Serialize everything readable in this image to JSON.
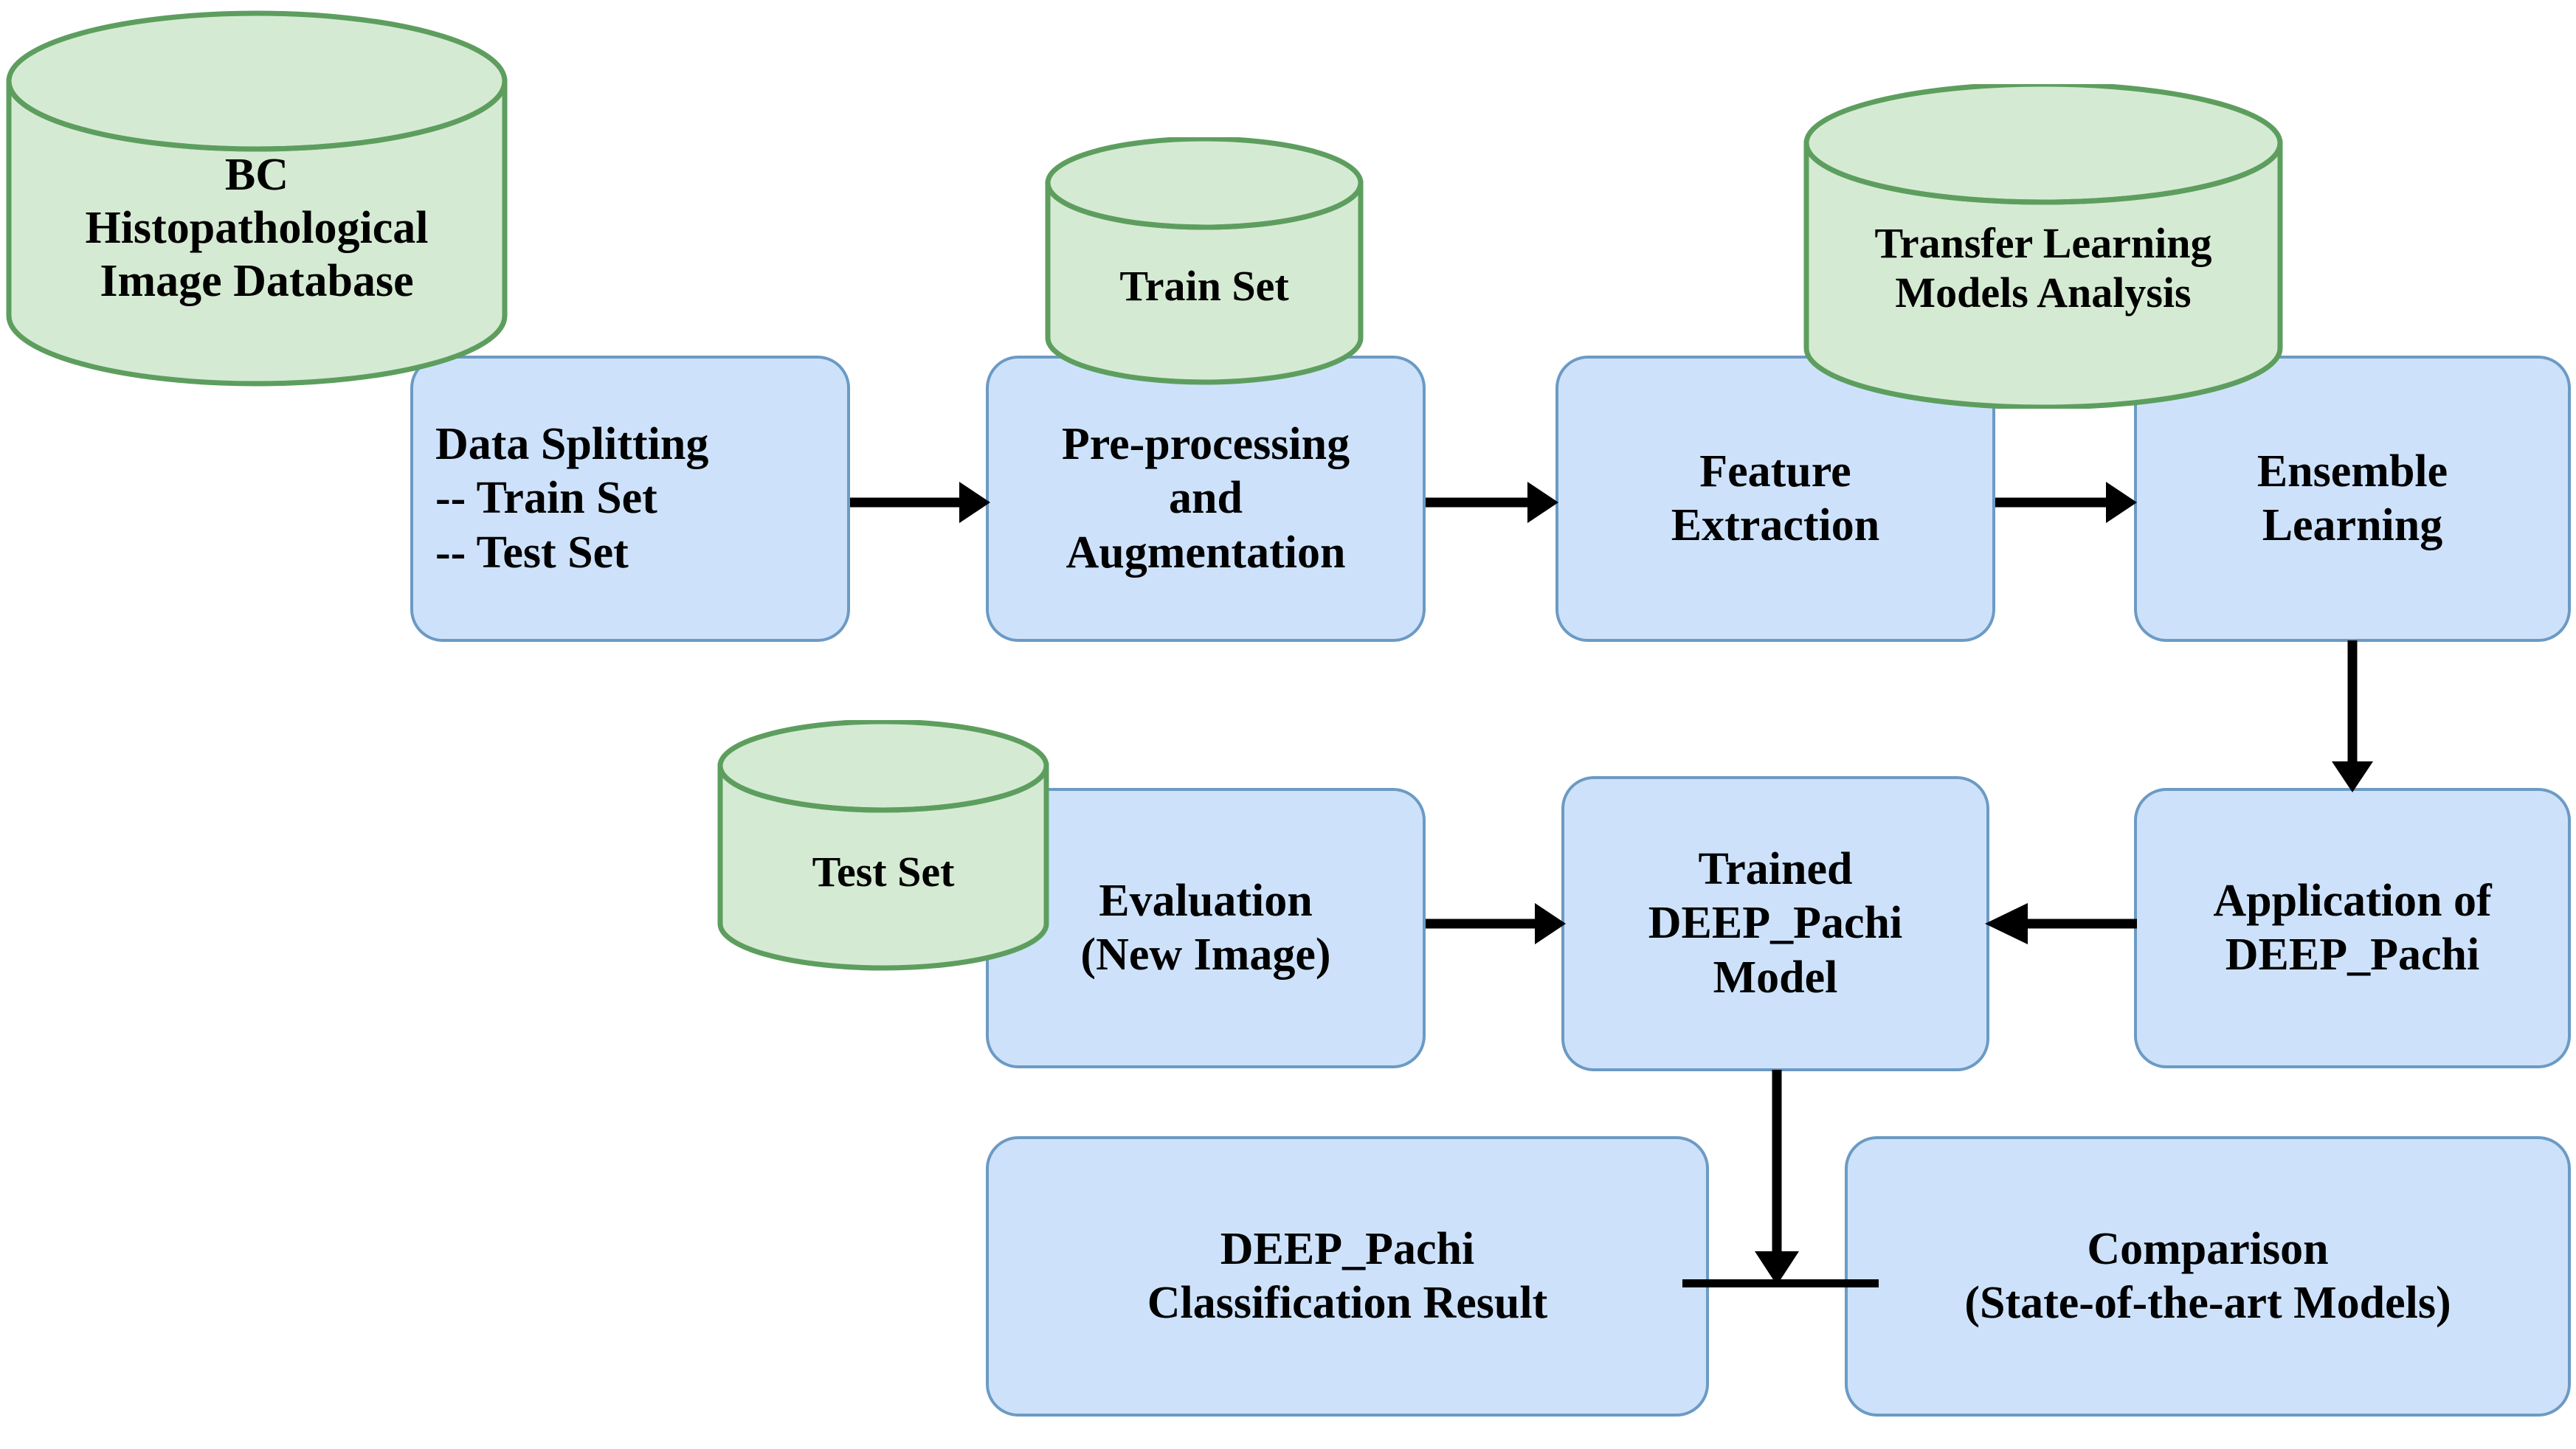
{
  "diagram": {
    "title": "DEEP_Pachi breast cancer classification workflow",
    "colors": {
      "datastore_fill": "#d5ead3",
      "datastore_stroke": "#5d9e5f",
      "process_fill": "#cde2fa",
      "process_stroke": "#6c9ac4",
      "arrow": "#000000",
      "background": "#ffffff"
    },
    "datastores": [
      {
        "id": "bc-database",
        "label": "BC\nHistopathological\nImage Database"
      },
      {
        "id": "train-set",
        "label": "Train Set"
      },
      {
        "id": "transfer-learning",
        "label": "Transfer Learning\nModels Analysis"
      },
      {
        "id": "test-set",
        "label": "Test Set"
      }
    ],
    "processes": [
      {
        "id": "data-splitting",
        "label": "Data Splitting\n-- Train Set\n-- Test Set"
      },
      {
        "id": "pre-processing",
        "label": "Pre-processing\nand\nAugmentation"
      },
      {
        "id": "feature-extraction",
        "label": "Feature\nExtraction"
      },
      {
        "id": "ensemble-learning",
        "label": "Ensemble\nLearning"
      },
      {
        "id": "evaluation",
        "label": "Evaluation\n(New Image)"
      },
      {
        "id": "trained-model",
        "label": "Trained\nDEEP_Pachi\nModel"
      },
      {
        "id": "application",
        "label": "Application of\nDEEP_Pachi"
      },
      {
        "id": "classification-result",
        "label": "DEEP_Pachi\nClassification Result"
      },
      {
        "id": "comparison",
        "label": "Comparison\n(State-of-the-art Models)"
      }
    ],
    "edges": [
      {
        "from": "data-splitting",
        "to": "pre-processing",
        "direction": "right"
      },
      {
        "from": "pre-processing",
        "to": "feature-extraction",
        "direction": "right"
      },
      {
        "from": "feature-extraction",
        "to": "ensemble-learning",
        "direction": "right"
      },
      {
        "from": "ensemble-learning",
        "to": "application",
        "direction": "down"
      },
      {
        "from": "evaluation",
        "to": "trained-model",
        "direction": "right"
      },
      {
        "from": "application",
        "to": "trained-model",
        "direction": "left"
      },
      {
        "from": "trained-model",
        "to": "classification-result",
        "direction": "down"
      },
      {
        "from": "trained-model",
        "to": "comparison",
        "direction": "down"
      }
    ],
    "labels": {
      "bc_database_line1": "BC",
      "bc_database_line2": "Histopathological",
      "bc_database_line3": "Image Database",
      "train_set": "Train Set",
      "transfer_line1": "Transfer Learning",
      "transfer_line2": "Models Analysis",
      "test_set": "Test Set",
      "data_splitting_line1": "Data Splitting",
      "data_splitting_line2": "-- Train Set",
      "data_splitting_line3": "-- Test Set",
      "pre_line1": "Pre-processing",
      "pre_line2": "and",
      "pre_line3": "Augmentation",
      "feature_line1": "Feature",
      "feature_line2": "Extraction",
      "ensemble_line1": "Ensemble",
      "ensemble_line2": "Learning",
      "evaluation_line1": "Evaluation",
      "evaluation_line2": "(New Image)",
      "trained_line1": "Trained",
      "trained_line2": "DEEP_Pachi",
      "trained_line3": "Model",
      "application_line1": "Application of",
      "application_line2": "DEEP_Pachi",
      "result_line1": "DEEP_Pachi",
      "result_line2": "Classification Result",
      "comparison_line1": "Comparison",
      "comparison_line2": "(State-of-the-art Models)"
    }
  }
}
